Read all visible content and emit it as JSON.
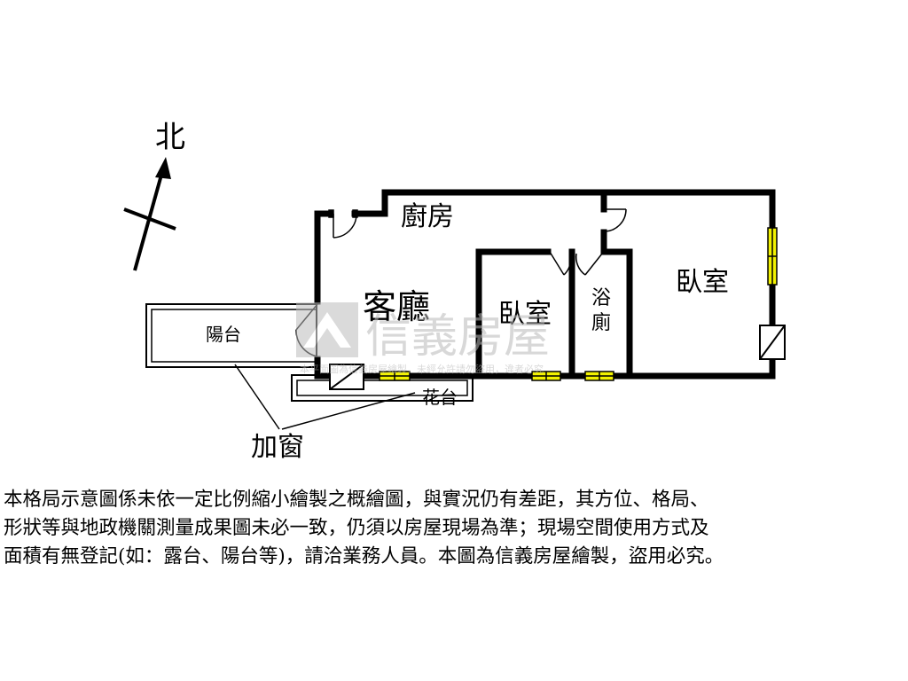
{
  "compass": {
    "north_label": "北"
  },
  "rooms": {
    "kitchen": "廚房",
    "living_room": "客廳",
    "bedroom_small": "臥室",
    "bedroom_large": "臥室",
    "bathroom_line1": "浴",
    "bathroom_line2": "廁",
    "balcony": "陽台",
    "planter": "花台"
  },
  "annotation": {
    "added_window": "加窗"
  },
  "watermark": {
    "brand": "信義房屋",
    "subline": "本平面圖為信義房屋繪製，未經允許請勿盜用，違者必究"
  },
  "colors": {
    "wall": "#000000",
    "window_fill": "#f2f200",
    "watermark": "#c8c8c8"
  },
  "disclaimer": {
    "line1": "本格局示意圖係未依一定比例縮小繪製之概繪圖，與實況仍有差距，其方位、格局、",
    "line2": "形狀等與地政機關測量成果圖未必一致，仍須以房屋現場為準；現場空間使用方式及",
    "line3": "面積有無登記(如：露台、陽台等)，請洽業務人員。本圖為信義房屋繪製，盜用必究。"
  }
}
